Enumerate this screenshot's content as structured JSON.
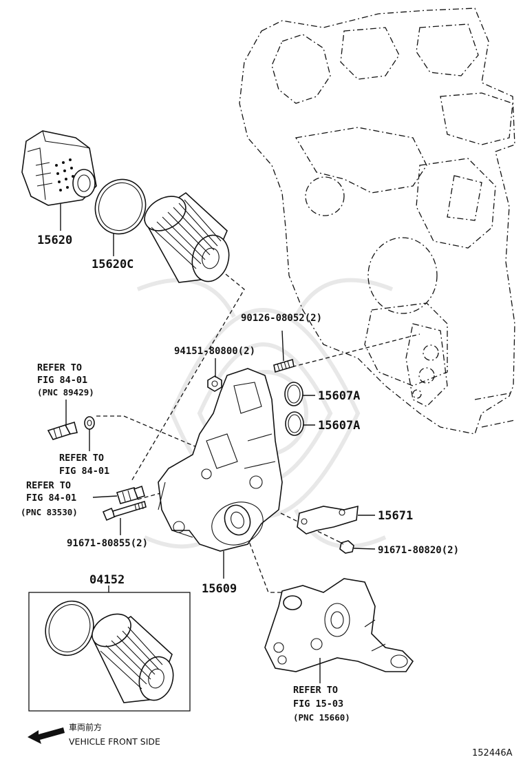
{
  "part_labels": {
    "p15620": "15620",
    "p15620c": "15620C",
    "p90126": "90126-08052(2)",
    "p94151": "94151-80800(2)",
    "p15607a_1": "15607A",
    "p15607a_2": "15607A",
    "p15671": "15671",
    "p91671_80820": "91671-80820(2)",
    "p91671_80855": "91671-80855(2)",
    "p15609": "15609",
    "p04152": "04152"
  },
  "references": {
    "ref1": {
      "line1": "REFER TO",
      "line2": "FIG 84-01",
      "line3": "(PNC 89429)"
    },
    "ref2": {
      "line1": "REFER TO",
      "line2": "FIG 84-01"
    },
    "ref3": {
      "line1": "REFER TO",
      "line2": "FIG 84-01",
      "line3": "(PNC 83530)"
    },
    "ref4": {
      "line1": "REFER TO",
      "line2": "FIG 15-03",
      "line3": "(PNC 15660)"
    }
  },
  "legend": {
    "japanese": "車両前方",
    "english": "VEHICLE FRONT SIDE",
    "arrow_icon": "left-arrow-icon"
  },
  "figure_id": "152446A"
}
